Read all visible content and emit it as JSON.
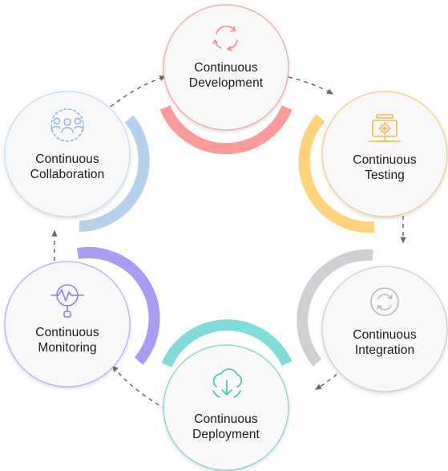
{
  "nodes": [
    {
      "id": "development",
      "line1": "Continuous",
      "line2": "Development",
      "accent": "#ff9a9a",
      "ring": "#f3b5b5",
      "icon": "cycle-arrows-icon"
    },
    {
      "id": "testing",
      "line1": "Continuous",
      "line2": "Testing",
      "accent": "#ffd37a",
      "ring": "#f6d58a",
      "icon": "monitor-gear-icon"
    },
    {
      "id": "integration",
      "line1": "Continuous",
      "line2": "Integration",
      "accent": "#cfcfd3",
      "ring": "#cfcfd3",
      "icon": "circular-refresh-icon"
    },
    {
      "id": "deployment",
      "line1": "Continuous",
      "line2": "Deployment",
      "accent": "#7fdcd8",
      "ring": "#7fd3d0",
      "icon": "cloud-download-icon"
    },
    {
      "id": "monitoring",
      "line1": "Continuous",
      "line2": "Monitoring",
      "accent": "#a99cf7",
      "ring": "#b7adf5",
      "icon": "magnifier-pulse-icon"
    },
    {
      "id": "collaboration",
      "line1": "Continuous",
      "line2": "Collaboration",
      "accent": "#b6d1ec",
      "ring": "#c7dcf0",
      "icon": "team-icon"
    }
  ]
}
